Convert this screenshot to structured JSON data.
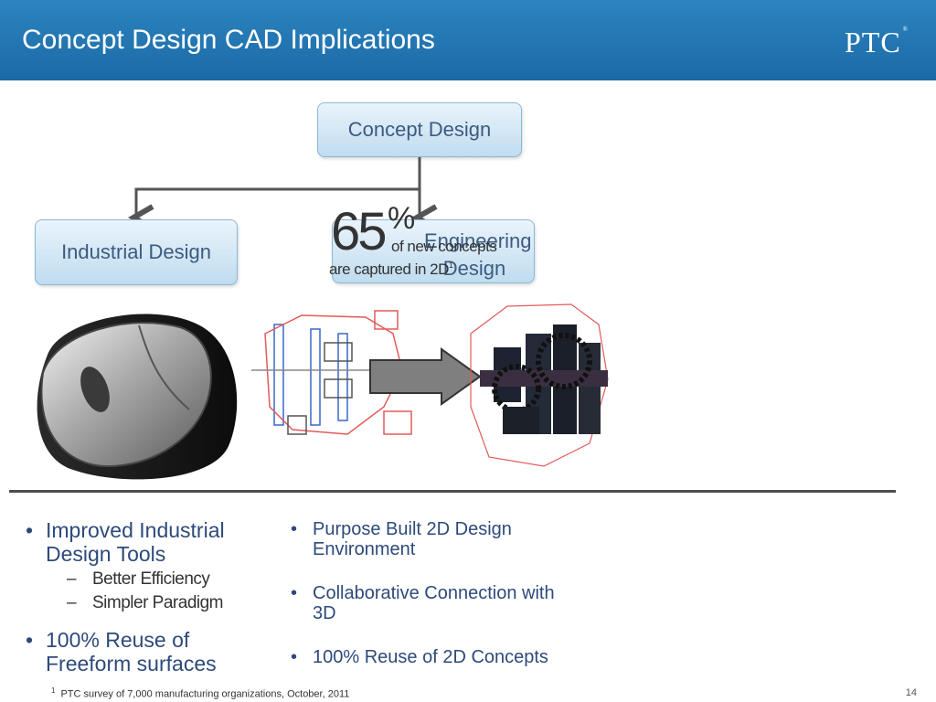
{
  "header": {
    "title": "Concept Design CAD Implications",
    "logo": "PTC",
    "logo_mark": "®"
  },
  "flow": {
    "top": "Concept Design",
    "left": "Industrial Design",
    "right": "Engineering Design"
  },
  "stat": {
    "number": "65",
    "unit": "%",
    "line1": "of new concepts",
    "line2": "are captured in 2D",
    "footnote_mark": "1"
  },
  "left_list": {
    "bullet1": "Improved Industrial Design Tools",
    "sub1": "Better Efficiency",
    "sub2": "Simpler Paradigm",
    "bullet2": "100% Reuse of Freeform surfaces"
  },
  "right_list": {
    "bullet1": "Purpose Built 2D Design Environment",
    "bullet2": "Collaborative Connection with 3D",
    "bullet3": "100% Reuse of 2D Concepts"
  },
  "footer": {
    "footnote_mark": "1",
    "footnote": "PTC survey of 7,000 manufacturing organizations, October, 2011",
    "page": "14"
  },
  "symbols": {
    "bullet": "•",
    "dash": "–"
  }
}
